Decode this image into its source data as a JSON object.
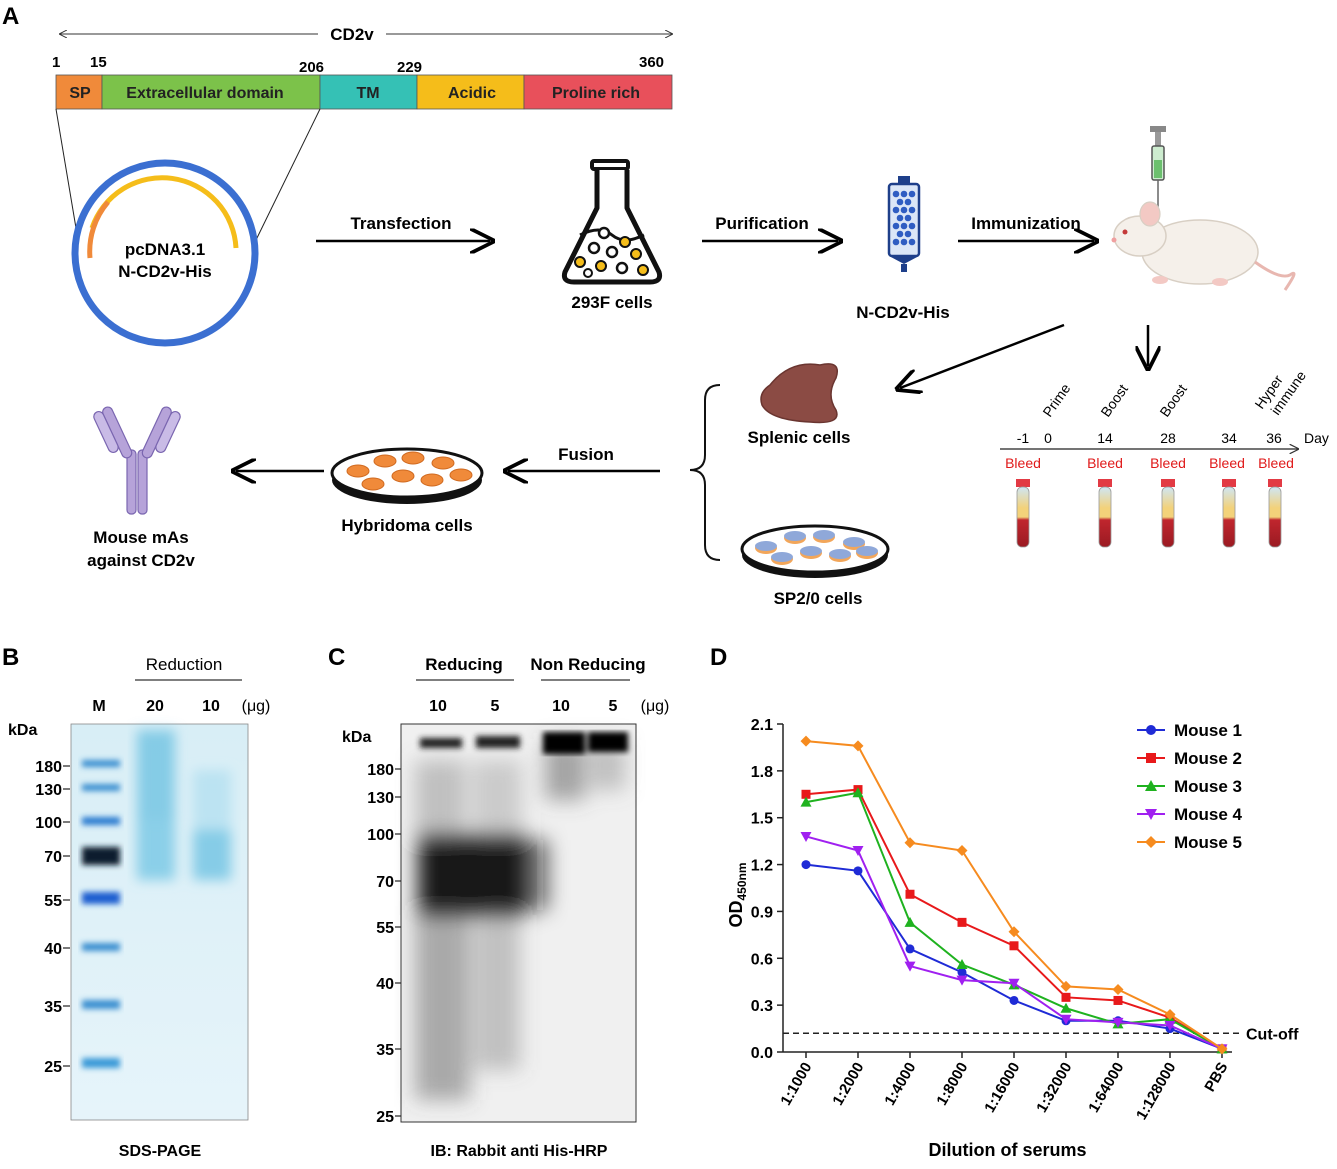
{
  "panels": {
    "A": "A",
    "B": "B",
    "C": "C",
    "D": "D"
  },
  "panelA": {
    "cd2v_label": "CD2v",
    "positions": [
      "1",
      "15",
      "206",
      "229",
      "360"
    ],
    "domains": [
      {
        "label": "SP",
        "color": "#f08a3a"
      },
      {
        "label": "Extracellular domain",
        "color": "#7cc24a"
      },
      {
        "label": "TM",
        "color": "#35c1b5"
      },
      {
        "label": "Acidic",
        "color": "#f5bd1a"
      },
      {
        "label": "Proline rich",
        "color": "#e8505b"
      }
    ],
    "plasmid": [
      "pcDNA3.1",
      "N-CD2v-His"
    ],
    "steps": {
      "transfection": "Transfection",
      "purification": "Purification",
      "immunization": "Immunization",
      "fusion": "Fusion"
    },
    "labels": {
      "cells293f": "293F cells",
      "ncd2v": "N-CD2v-His",
      "splenic": "Splenic cells",
      "sp20": "SP2/0 cells",
      "hybridoma": "Hybridoma cells",
      "mab_line1": "Mouse mAs",
      "mab_line2": "against CD2v"
    },
    "timeline": {
      "phases": [
        "Prime",
        "Boost",
        "Boost",
        "Hyper",
        "immune"
      ],
      "days": [
        "-1",
        "0",
        "14",
        "28",
        "34",
        "36"
      ],
      "day_unit": "Day",
      "bleed": "Bleed"
    }
  },
  "panelB": {
    "header": "Reduction",
    "lanes": [
      "M",
      "20",
      "10",
      "(μg)"
    ],
    "kda": "kDa",
    "markers": [
      "180",
      "130",
      "100",
      "70",
      "55",
      "40",
      "35",
      "25"
    ],
    "caption": "SDS-PAGE"
  },
  "panelC": {
    "headers": [
      "Reducing",
      "Non Reducing"
    ],
    "lanes": [
      "10",
      "5",
      "10",
      "5",
      "(μg)"
    ],
    "kda": "kDa",
    "markers": [
      "180",
      "130",
      "100",
      "70",
      "55",
      "40",
      "35",
      "25"
    ],
    "caption": "IB: Rabbit anti His-HRP"
  },
  "chart_data": {
    "type": "line",
    "title": "",
    "xlabel": "Dilution of serums",
    "ylabel_main": "OD",
    "ylabel_sub": "450nm",
    "categories": [
      "1:1000",
      "1:2000",
      "1:4000",
      "1:8000",
      "1:16000",
      "1:32000",
      "1:64000",
      "1:128000",
      "PBS"
    ],
    "ylim": [
      0,
      2.1
    ],
    "yticks": [
      "0.0",
      "0.3",
      "0.6",
      "0.9",
      "1.2",
      "1.5",
      "1.8",
      "2.1"
    ],
    "cutoff": {
      "value": 0.12,
      "label": "Cut-off"
    },
    "legend_position": "top-right",
    "series": [
      {
        "name": "Mouse 1",
        "color": "#1f2bd6",
        "marker": "circle",
        "values": [
          1.2,
          1.16,
          0.66,
          0.51,
          0.33,
          0.2,
          0.2,
          0.15,
          0.02
        ]
      },
      {
        "name": "Mouse 2",
        "color": "#e8191b",
        "marker": "square",
        "values": [
          1.65,
          1.68,
          1.01,
          0.83,
          0.68,
          0.35,
          0.33,
          0.22,
          0.02
        ]
      },
      {
        "name": "Mouse 3",
        "color": "#1fb21f",
        "marker": "triangle-up",
        "values": [
          1.6,
          1.66,
          0.83,
          0.56,
          0.43,
          0.28,
          0.18,
          0.21,
          0.02
        ]
      },
      {
        "name": "Mouse 4",
        "color": "#a020f0",
        "marker": "triangle-down",
        "values": [
          1.38,
          1.29,
          0.55,
          0.46,
          0.44,
          0.21,
          0.19,
          0.17,
          0.02
        ]
      },
      {
        "name": "Mouse 5",
        "color": "#f68b1f",
        "marker": "diamond",
        "values": [
          1.99,
          1.96,
          1.34,
          1.29,
          0.77,
          0.42,
          0.4,
          0.24,
          0.02
        ]
      }
    ]
  }
}
